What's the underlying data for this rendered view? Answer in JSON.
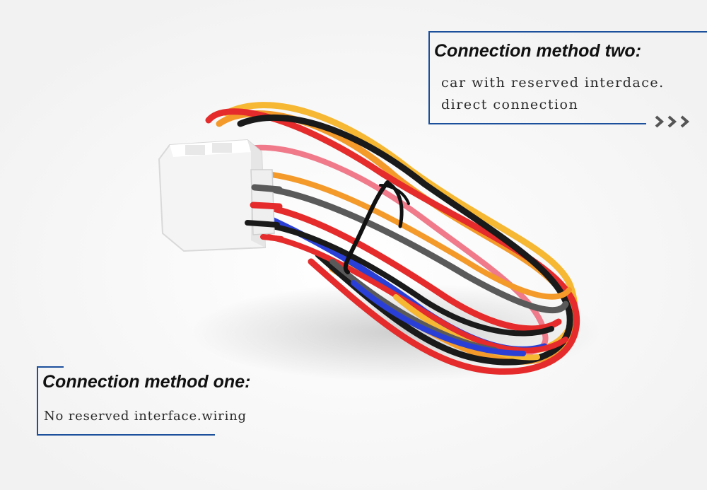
{
  "callout_two": {
    "title": "Connection method two:",
    "line1": "car with reserved interdace.",
    "line2": "direct connection"
  },
  "callout_one": {
    "title": "Connection method one:",
    "line1": "No reserved interface.wiring"
  },
  "colors": {
    "accent_blue": "#1c4f9c",
    "wire_red": "#e52b2b",
    "wire_orange": "#f39a2b",
    "wire_yellow": "#f6b733",
    "wire_black": "#1a1a1a",
    "wire_gray": "#5a5a5a",
    "wire_blue": "#2a3fd6",
    "wire_pink": "#f07a8a",
    "connector_white": "#f4f4f4"
  },
  "icons": {
    "chevrons": "triple-chevron-right-icon"
  }
}
